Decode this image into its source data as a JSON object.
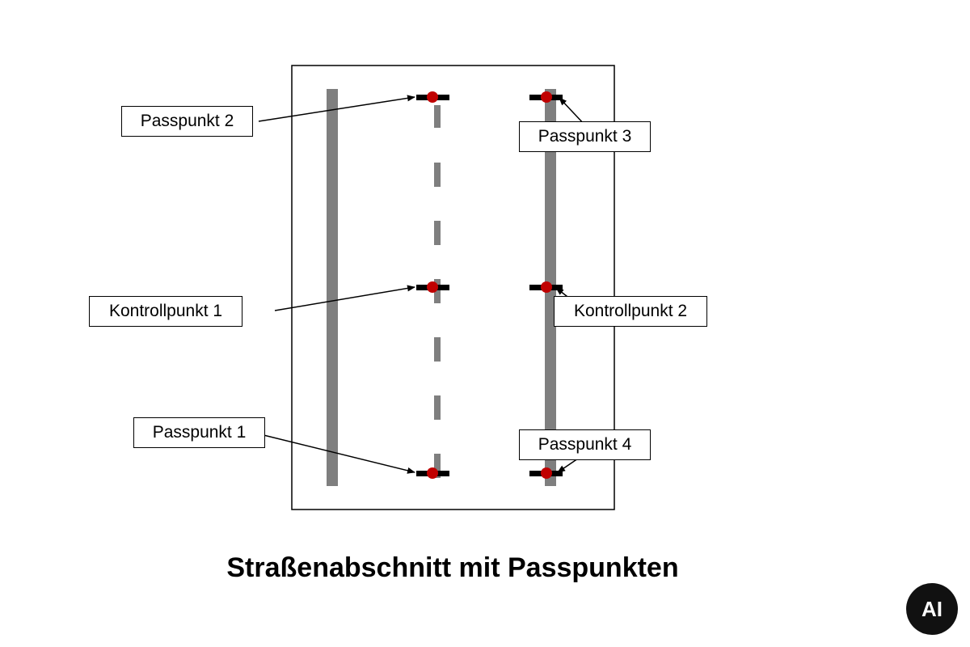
{
  "title": "Straßenabschnitt mit Passpunkten",
  "labels": {
    "passpunkt_1": "Passpunkt 1",
    "passpunkt_2": "Passpunkt 2",
    "passpunkt_3": "Passpunkt 3",
    "passpunkt_4": "Passpunkt 4",
    "kontrollpunkt_1": "Kontrollpunkt 1",
    "kontrollpunkt_2": "Kontrollpunkt 2"
  },
  "badge": "AI",
  "colors": {
    "point": "#c00000",
    "road_marking": "#7f7f7f",
    "tick": "#000000",
    "frame": "#000000"
  }
}
